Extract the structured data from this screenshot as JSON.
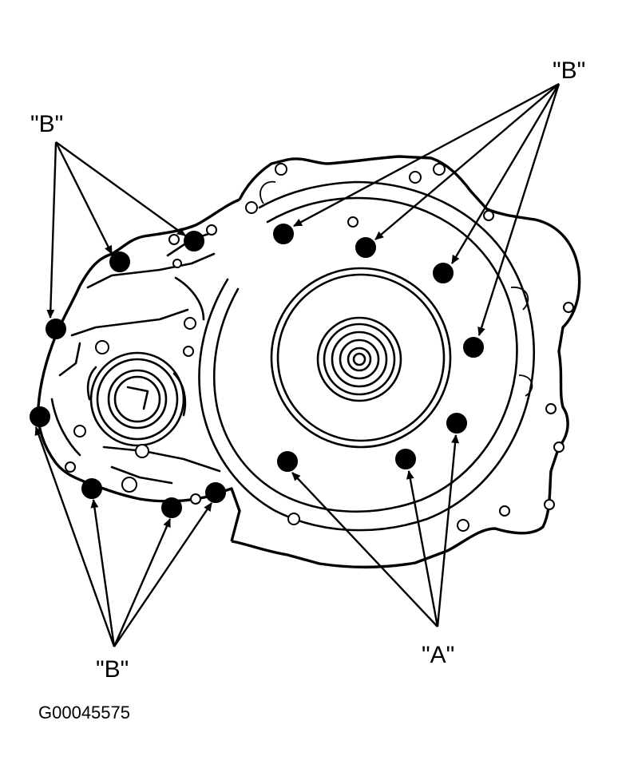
{
  "diagram": {
    "labels": {
      "b_top_left": "\"B\"",
      "b_top_right": "\"B\"",
      "b_bottom_left": "\"B\"",
      "a_bottom_right": "\"A\""
    },
    "figure_code": "G00045575"
  }
}
